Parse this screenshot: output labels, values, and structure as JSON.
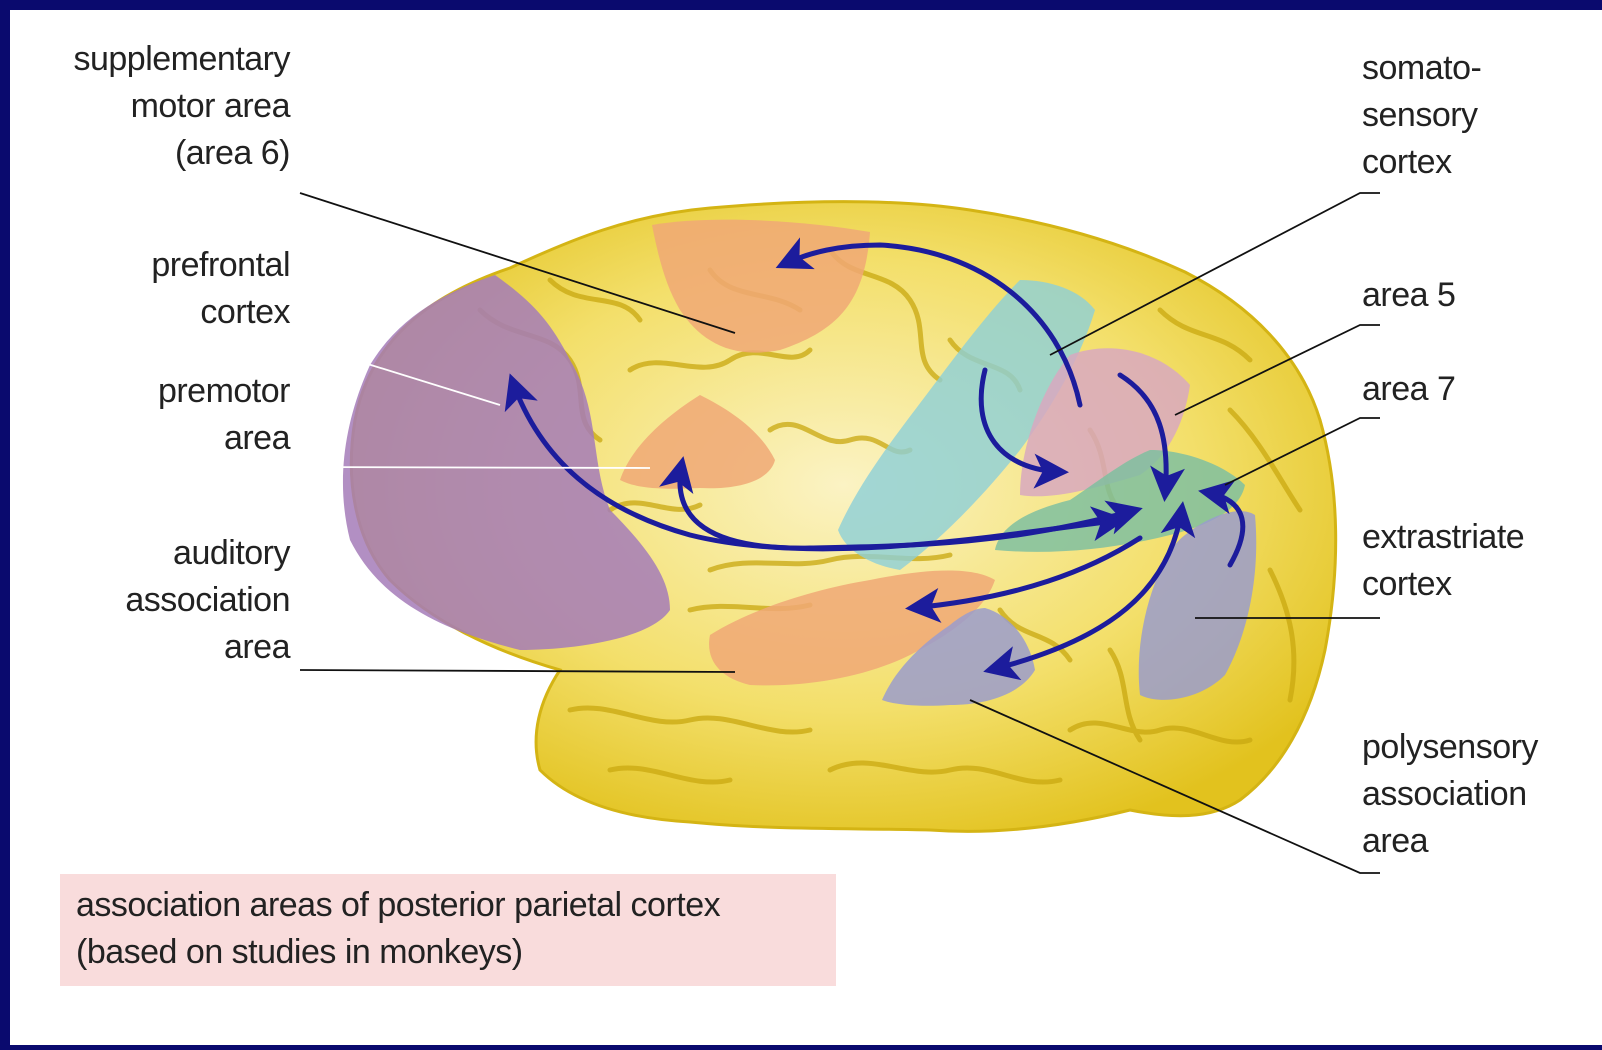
{
  "labels": {
    "supplementary_motor": "supplementary\nmotor area\n(area 6)",
    "prefrontal": "prefrontal\ncortex",
    "premotor": "premotor\narea",
    "auditory": "auditory\nassociation\narea",
    "somatosensory": "somato-\nsensory\ncortex",
    "area5": "area 5",
    "area7": "area 7",
    "extrastriate": "extrastriate\ncortex",
    "polysensory": "polysensory\nassociation\narea"
  },
  "caption": "association areas of posterior parietal cortex\n(based on studies in monkeys)",
  "colors": {
    "border": "#0a0a6e",
    "brain": "#f0d23a",
    "sulci": "#c9a810",
    "purple": "#a57bb8",
    "orange": "#f0a876",
    "teal": "#8ccfd8",
    "pink": "#d8a8c0",
    "green": "#7fbfa0",
    "lavender": "#9a9ccc",
    "arrow": "#1c1c9c",
    "caption_bg": "#f9dcdc"
  }
}
